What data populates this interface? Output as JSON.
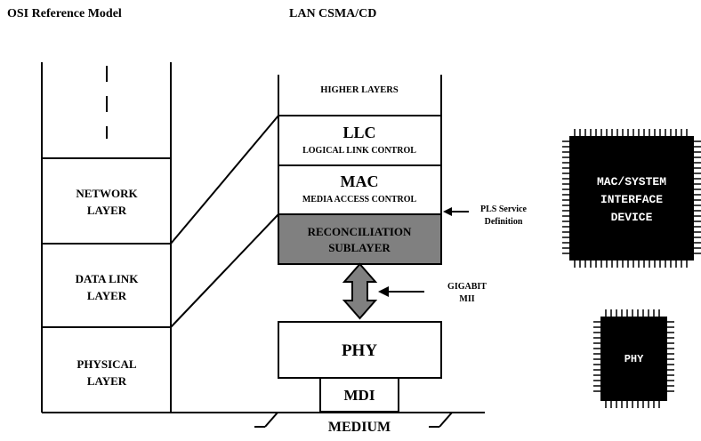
{
  "headings": {
    "osi": "OSI Reference Model",
    "lan": "LAN CSMA/CD"
  },
  "osi": {
    "network": [
      "NETWORK",
      "LAYER"
    ],
    "datalink": [
      "DATA LINK",
      "LAYER"
    ],
    "physical": [
      "PHYSICAL",
      "LAYER"
    ]
  },
  "lan": {
    "higher": "HIGHER LAYERS",
    "llc": {
      "title": "LLC",
      "subtitle": "LOGICAL LINK CONTROL"
    },
    "mac": {
      "title": "MAC",
      "subtitle": "MEDIA ACCESS CONTROL"
    },
    "reconciliation": [
      "RECONCILIATION",
      "SUBLAYER"
    ],
    "phy": "PHY",
    "mdi": "MDI",
    "medium": "MEDIUM"
  },
  "annotations": {
    "pls": [
      "PLS Service",
      "Definition"
    ],
    "mii": [
      "GIGABIT",
      "MII"
    ]
  },
  "chips": {
    "mac_system": [
      "MAC/SYSTEM",
      "INTERFACE",
      "DEVICE"
    ],
    "phy": "PHY"
  },
  "colors": {
    "reconciliation_fill": "#808080",
    "chip_fill": "#000000",
    "chip_text": "#ffffff"
  }
}
